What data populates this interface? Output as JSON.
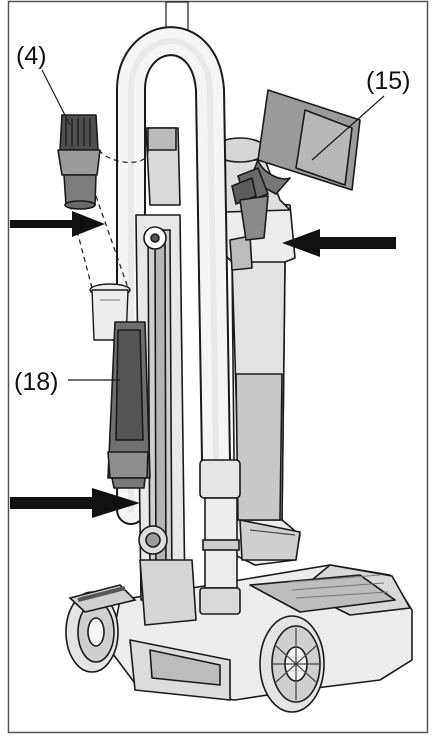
{
  "callouts": {
    "part_4": "(4)",
    "part_15": "(15)",
    "part_18": "(18)"
  },
  "colors": {
    "outline": "#1a1a1a",
    "body_light": "#e9e9e9",
    "body_mid": "#c9c9c9",
    "body_dark": "#6e6e6e",
    "accessory": "#8a8a8a",
    "accessory_dark": "#555555",
    "arrow": "#111111",
    "frame_border": "#555555"
  }
}
